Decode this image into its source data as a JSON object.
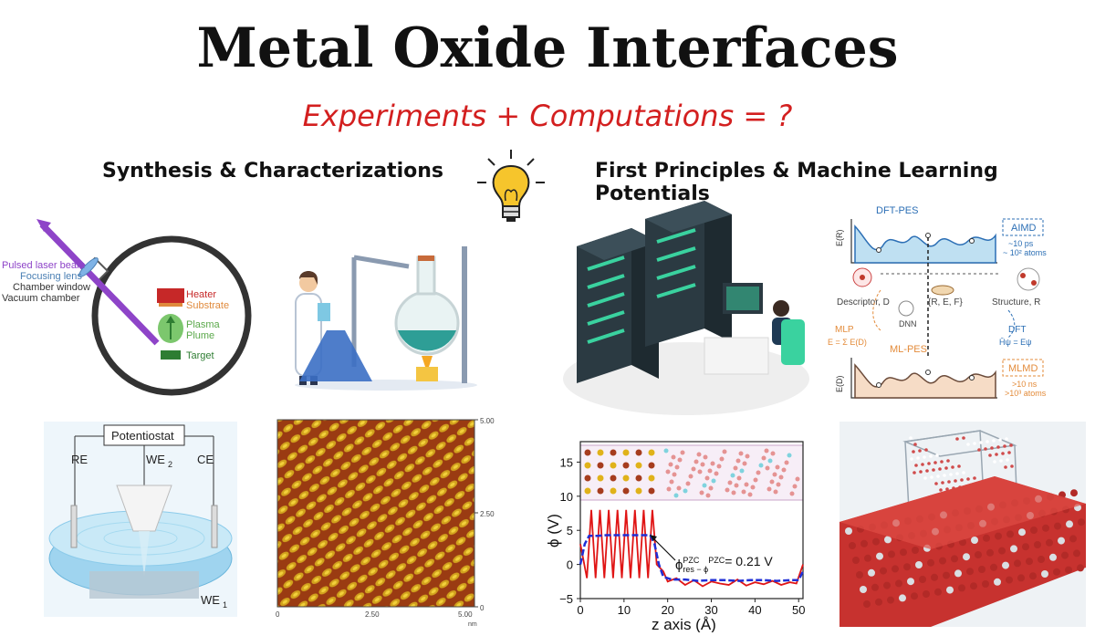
{
  "title": "Metal Oxide Interfaces",
  "subtitle": "Experiments + Computations = ?",
  "left_heading": "Synthesis & Characterizations",
  "right_heading": "First Principles & Machine Learning Potentials",
  "pld": {
    "pulsed_laser": "Pulsed laser beam",
    "focusing_lens": "Focusing lens",
    "chamber_window": "Chamber window",
    "vacuum_chamber": "Vacuum chamber",
    "heater": "Heater",
    "substrate": "Substrate",
    "plasma": "Plasma",
    "plume": "Plume",
    "target": "Target"
  },
  "ecstm": {
    "potentiostat": "Potentiostat",
    "re": "RE",
    "we2": "WE",
    "we2_sub": "2",
    "ce": "CE",
    "we1": "WE",
    "we1_sub": "1"
  },
  "stm": {
    "tick_top": "5.00",
    "tick_mid": "2.50",
    "tick_zero": "0",
    "x_zero": "0",
    "x_mid": "2.50",
    "x_max": "5.00",
    "unit": "nm"
  },
  "mlp": {
    "dft_pes": "DFT-PES",
    "aimd": "AIMD",
    "aimd_time": "~10 ps",
    "aimd_atoms": "~ 10² atoms",
    "descriptor": "Descriptor, D",
    "dataset": "{R, E, F}",
    "dnn": "DNN",
    "structure": "Structure, R",
    "dft": "DFT",
    "dft_eq": "Ĥψ = Eψ",
    "mlp": "MLP",
    "mlp_eq": "E = Σ E(D)",
    "ml_pes": "ML-PES",
    "mlmd": "MLMD",
    "mlmd_time": ">10 ns",
    "mlmd_atoms": ">10³ atoms",
    "y_top": "E(R)",
    "y_bottom": "E(D)"
  },
  "potential_plot": {
    "ylabel": "ϕ (V)",
    "xlabel": "z axis (Å)",
    "annotation": "ϕ",
    "annotation_rest": "res − ϕ",
    "annotation_value": "= 0.21 V",
    "annotation_pzc": "PZC",
    "annotation_sup2": "PZC",
    "yticks": [
      "15",
      "10",
      "5",
      "0",
      "−5"
    ],
    "xticks": [
      "0",
      "10",
      "20",
      "30",
      "40",
      "50"
    ]
  },
  "colors": {
    "title": "#111111",
    "subtitle": "#d31f1f",
    "laser": "#8e44c8",
    "heater": "#c0392b",
    "plasma": "#7cc76d",
    "target": "#2e7d32",
    "blue_line": "#1f2fd6",
    "red_line": "#e01515"
  },
  "chart_data": {
    "type": "line",
    "xlabel": "z axis (Å)",
    "ylabel": "ϕ (V)",
    "xlim": [
      0,
      51
    ],
    "ylim": [
      -5,
      18
    ],
    "series": [
      {
        "x": [
          0,
          1.5,
          2.5,
          3.5,
          4.5,
          5.5,
          6.5,
          7.5,
          8.5,
          9.5,
          10.5,
          11.5,
          12.5,
          13.5,
          14.5,
          15.5,
          16.5,
          17.5,
          19,
          20,
          22,
          24,
          26,
          28,
          30,
          32,
          34,
          36,
          38,
          40,
          42,
          44,
          46,
          48,
          49.5,
          51
        ],
        "y": [
          3,
          -2,
          8,
          -2,
          8,
          -2,
          8,
          -2,
          8,
          -2,
          8,
          -2,
          8,
          -2,
          8,
          -2,
          8,
          0,
          -1,
          -2.5,
          -2,
          -3,
          -2.3,
          -3.2,
          -2.5,
          -2.8,
          -3,
          -2.2,
          -3.1,
          -2.6,
          -2.9,
          -2.4,
          -3,
          -2.6,
          -2.8,
          0
        ]
      },
      {
        "x": [
          0,
          1,
          2,
          4,
          6,
          8,
          10,
          12,
          14,
          16,
          17,
          18,
          19,
          21,
          24,
          27,
          30,
          33,
          36,
          39,
          42,
          45,
          48,
          50,
          51
        ],
        "y": [
          0,
          3,
          4.2,
          4.2,
          4.3,
          4.3,
          4.3,
          4.3,
          4.3,
          4.3,
          3,
          0,
          -1.8,
          -2.2,
          -2.2,
          -2.4,
          -2.3,
          -2.3,
          -2.4,
          -2.3,
          -2.3,
          -2.4,
          -2.3,
          -2.3,
          -1
        ]
      }
    ]
  }
}
